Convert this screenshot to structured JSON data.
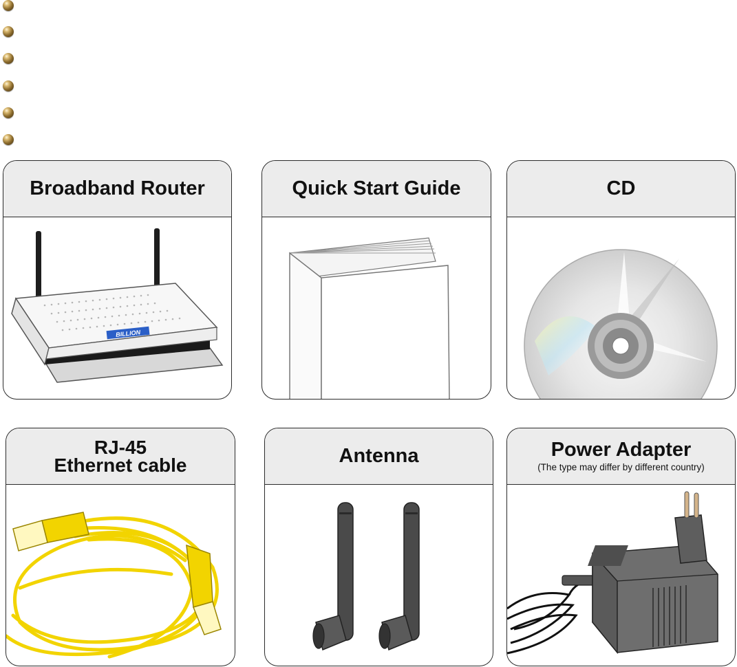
{
  "bullets": {
    "count": 6
  },
  "cards": [
    {
      "title": "Broadband Router",
      "subtitle": "",
      "icon": "router-image"
    },
    {
      "title": "Quick Start Guide",
      "subtitle": "",
      "icon": "booklet-image"
    },
    {
      "title": "CD",
      "subtitle": "",
      "icon": "cd-image"
    },
    {
      "title_line1": "RJ-45",
      "title_line2": "Ethernet cable",
      "subtitle": "",
      "icon": "ethernet-cable-image"
    },
    {
      "title": "Antenna",
      "subtitle": "",
      "icon": "antenna-image"
    },
    {
      "title": "Power Adapter",
      "subtitle": "(The type may differ by different country)",
      "icon": "power-adapter-image"
    }
  ],
  "router_brand": "BILLION",
  "colors": {
    "card_header_bg": "#ececec",
    "cable_yellow": "#f2d400",
    "router_brand_blue": "#2b5fc7",
    "antenna_gray": "#4a4a4a"
  }
}
